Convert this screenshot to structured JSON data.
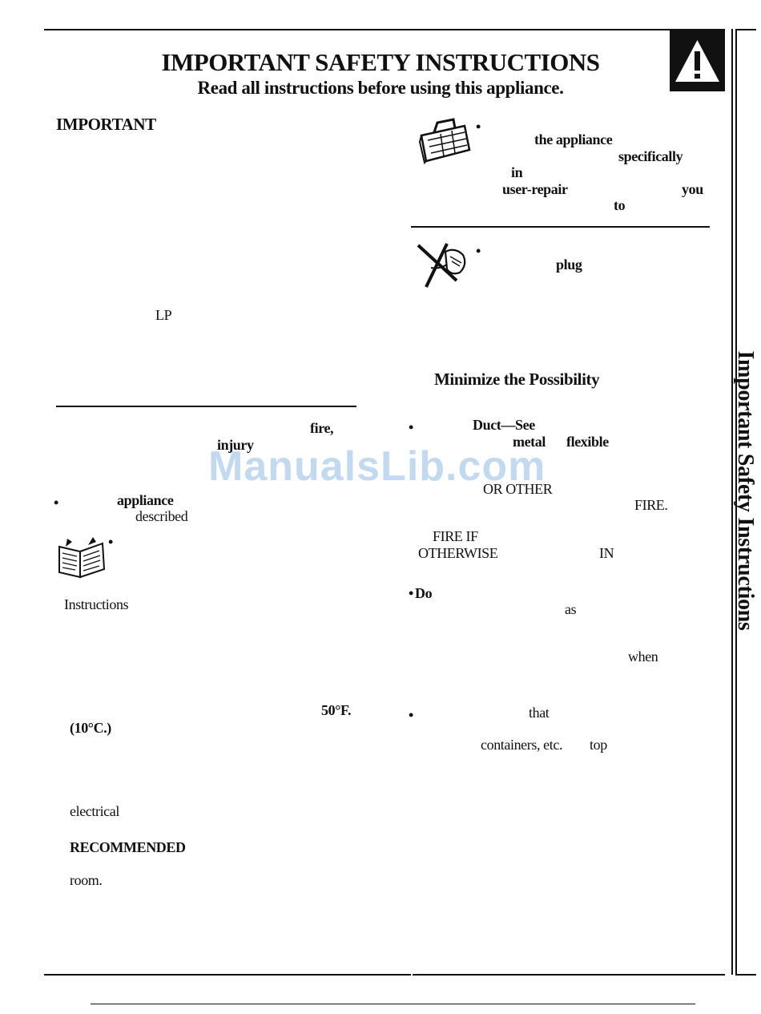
{
  "header": {
    "title": "IMPORTANT SAFETY INSTRUCTIONS",
    "subtitle": "Read all instructions before using this appliance."
  },
  "side_label": "Important Safety Instructions",
  "watermark": "ManualsLib.com",
  "left_column": {
    "heading": "IMPORTANT",
    "lp": "LP",
    "fire": "fire,",
    "injury": "injury",
    "appliance": "appliance",
    "described": "described",
    "instructions": "Instructions",
    "temp_f": "50°F.",
    "temp_c": "(10°C.)",
    "electrical": "electrical",
    "recommended": "RECOMMENDED",
    "room": "room."
  },
  "right_column": {
    "the_appliance": "the appliance",
    "specifically": "specifically",
    "in": "in",
    "user_repair": "user-repair",
    "you": "you",
    "to": "to",
    "plug": "plug",
    "heading_minimize": "Minimize the Possibility",
    "duct_see": "Duct—See",
    "metal": "metal",
    "flexible": "flexible",
    "or_other": "OR OTHER",
    "fire_dot": "FIRE.",
    "fire_if": "FIRE IF",
    "otherwise": "OTHERWISE",
    "in_caps": "IN",
    "do": "Do",
    "as": "as",
    "when": "when",
    "that": "that",
    "containers": "containers, etc.",
    "top": "top"
  },
  "icons": {
    "warning": "warning-triangle-icon",
    "toolbox": "toolbox-icon",
    "no_unplug": "no-pull-cord-icon",
    "manual": "open-book-icon"
  },
  "colors": {
    "text": "#111111",
    "watermark": "#78aadc"
  }
}
